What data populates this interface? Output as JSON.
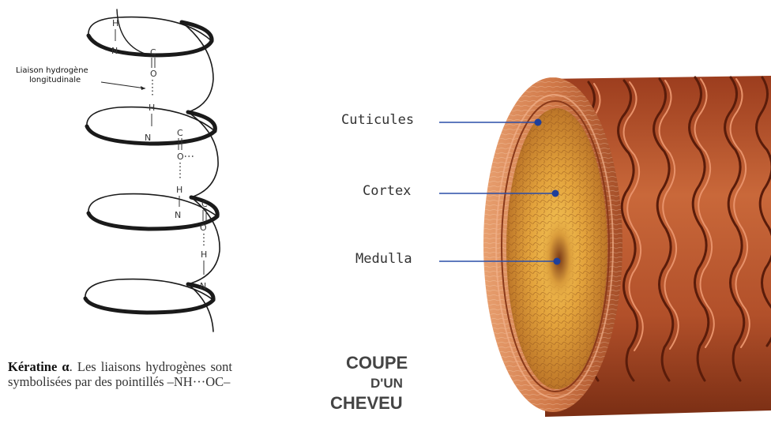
{
  "helix": {
    "callout": {
      "line1": "Liaison hydrogène",
      "line2": "longitudinale"
    },
    "atoms": {
      "H": "H",
      "N": "N",
      "C": "C",
      "O": "O"
    }
  },
  "caption": {
    "keyword": "Kératine α",
    "text": ". Les liaisons hydrogènes sont symbolisées par des pointillés –NH···OC–"
  },
  "hair": {
    "title": {
      "line1": "COUPE",
      "line2": "D'UN",
      "line3": "CHEVEU"
    },
    "labels": {
      "cuticle": "Cuticules",
      "cortex": "Cortex",
      "medulla": "Medulla"
    },
    "colors": {
      "cuticle": "#b8542c",
      "cortex": "#d9922e",
      "medulla": "#f0b84a",
      "pointer": "#2a4ea8"
    }
  }
}
